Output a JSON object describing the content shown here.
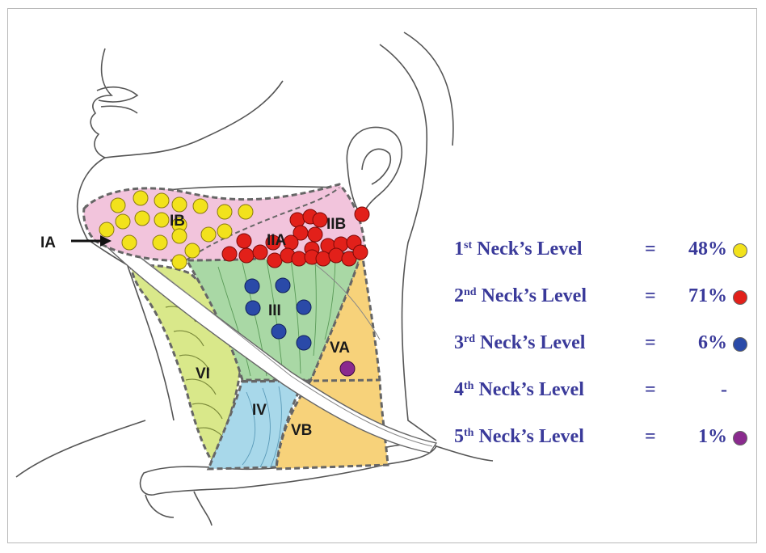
{
  "regions": {
    "ia": "IA",
    "ib": "IB",
    "iia": "IIA",
    "iib": "IIB",
    "iii": "III",
    "iv": "IV",
    "va": "VA",
    "vb": "VB",
    "vi": "VI"
  },
  "legend": [
    {
      "ordinal": "1",
      "suffix": "st",
      "label": "Neck’s Level",
      "equals": "=",
      "value": "48%",
      "color": "#f2e21c"
    },
    {
      "ordinal": "2",
      "suffix": "nd",
      "label": "Neck’s Level",
      "equals": "=",
      "value": "71%",
      "color": "#e2201a"
    },
    {
      "ordinal": "3",
      "suffix": "rd",
      "label": "Neck’s Level",
      "equals": "=",
      "value": "6%",
      "color": "#2a4aa8"
    },
    {
      "ordinal": "4",
      "suffix": "th",
      "label": "Neck’s Level",
      "equals": "=",
      "value": "-",
      "color": ""
    },
    {
      "ordinal": "5",
      "suffix": "th",
      "label": "Neck’s Level",
      "equals": "=",
      "value": "1%",
      "color": "#8a2a8e"
    }
  ],
  "colors": {
    "level1": "#f2e21c",
    "level2": "#e2201a",
    "level3": "#2a4aa8",
    "level5": "#8a2a8e",
    "legend_text": "#3a3a9a",
    "region_ib": "#f2c4dc",
    "region_ii_iii": "#a9d8a5",
    "region_v": "#f7d27a",
    "region_vi": "#d9e88a",
    "region_iv": "#a8d8ea"
  }
}
